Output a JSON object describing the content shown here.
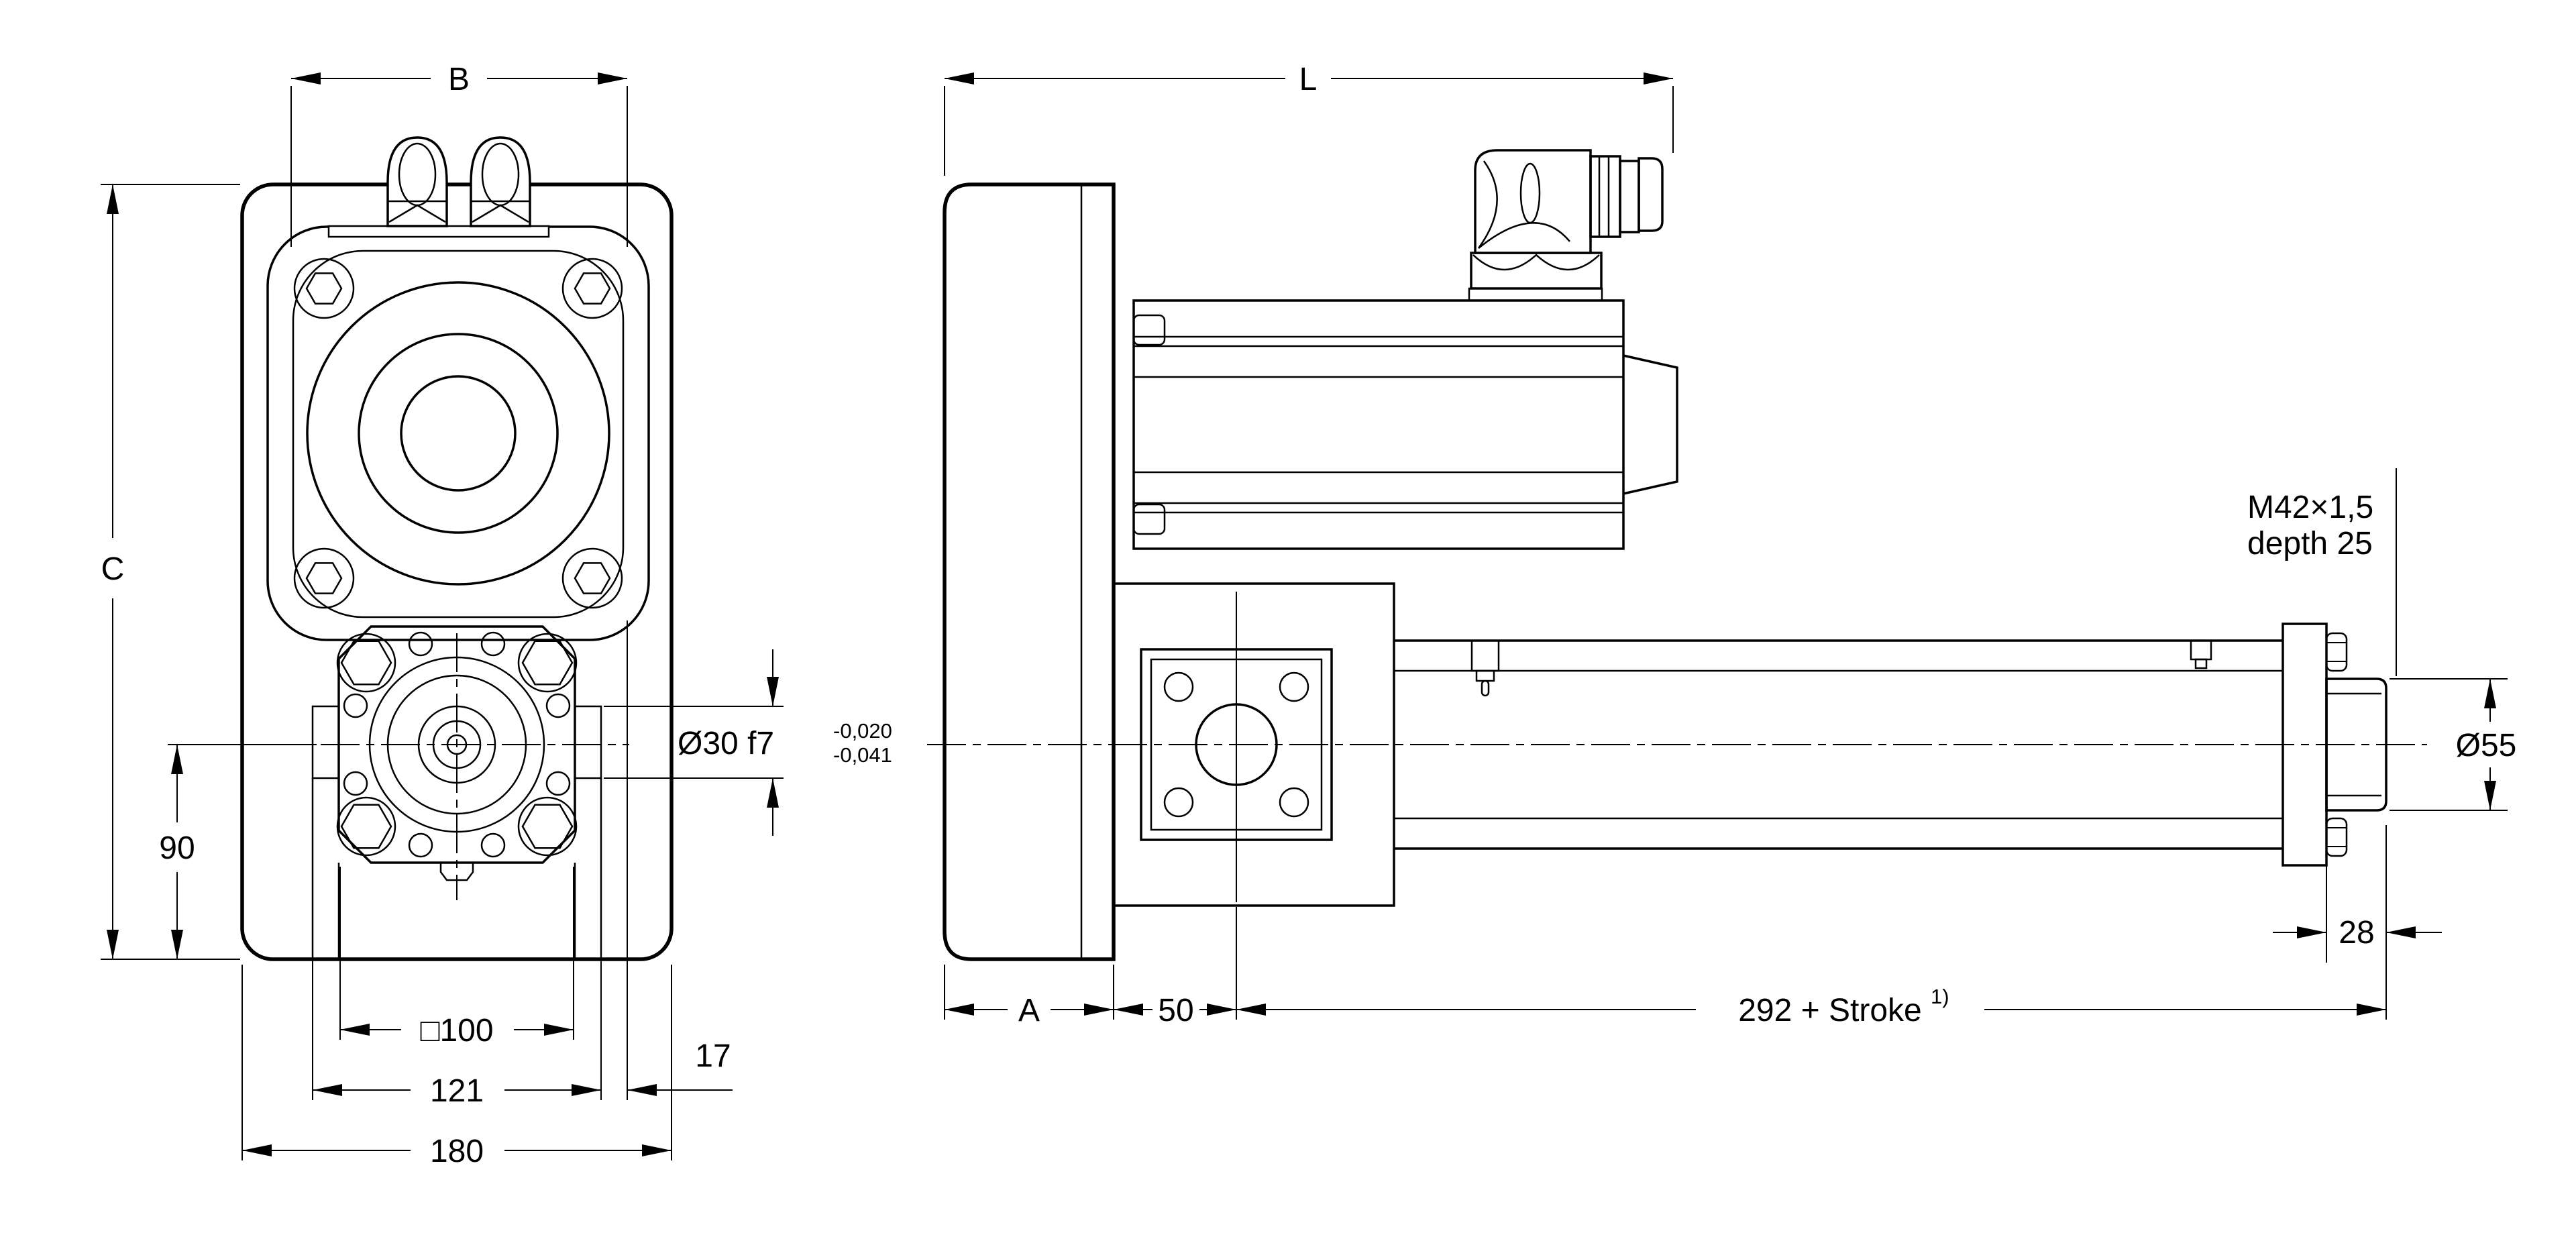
{
  "title": "Electric cylinder with servo motor - dimension drawing",
  "colors": {
    "line": "#000000",
    "background": "#ffffff"
  },
  "front_view": {
    "labels": {
      "B": "B",
      "C": "C",
      "h90": "90",
      "sq100": "□100",
      "w121": "121",
      "off17": "17",
      "w180": "180",
      "rod_dia": "Ø30 f7",
      "tol_up": "-0,020",
      "tol_lo": "-0,041"
    }
  },
  "side_view": {
    "labels": {
      "L": "L",
      "A": "A",
      "d50": "50",
      "stroke_dim": "292 + Stroke",
      "stroke_ref": "1)",
      "thread1": "M42×1,5",
      "thread2": "depth 25",
      "dia55": "Ø55",
      "len28": "28"
    }
  }
}
